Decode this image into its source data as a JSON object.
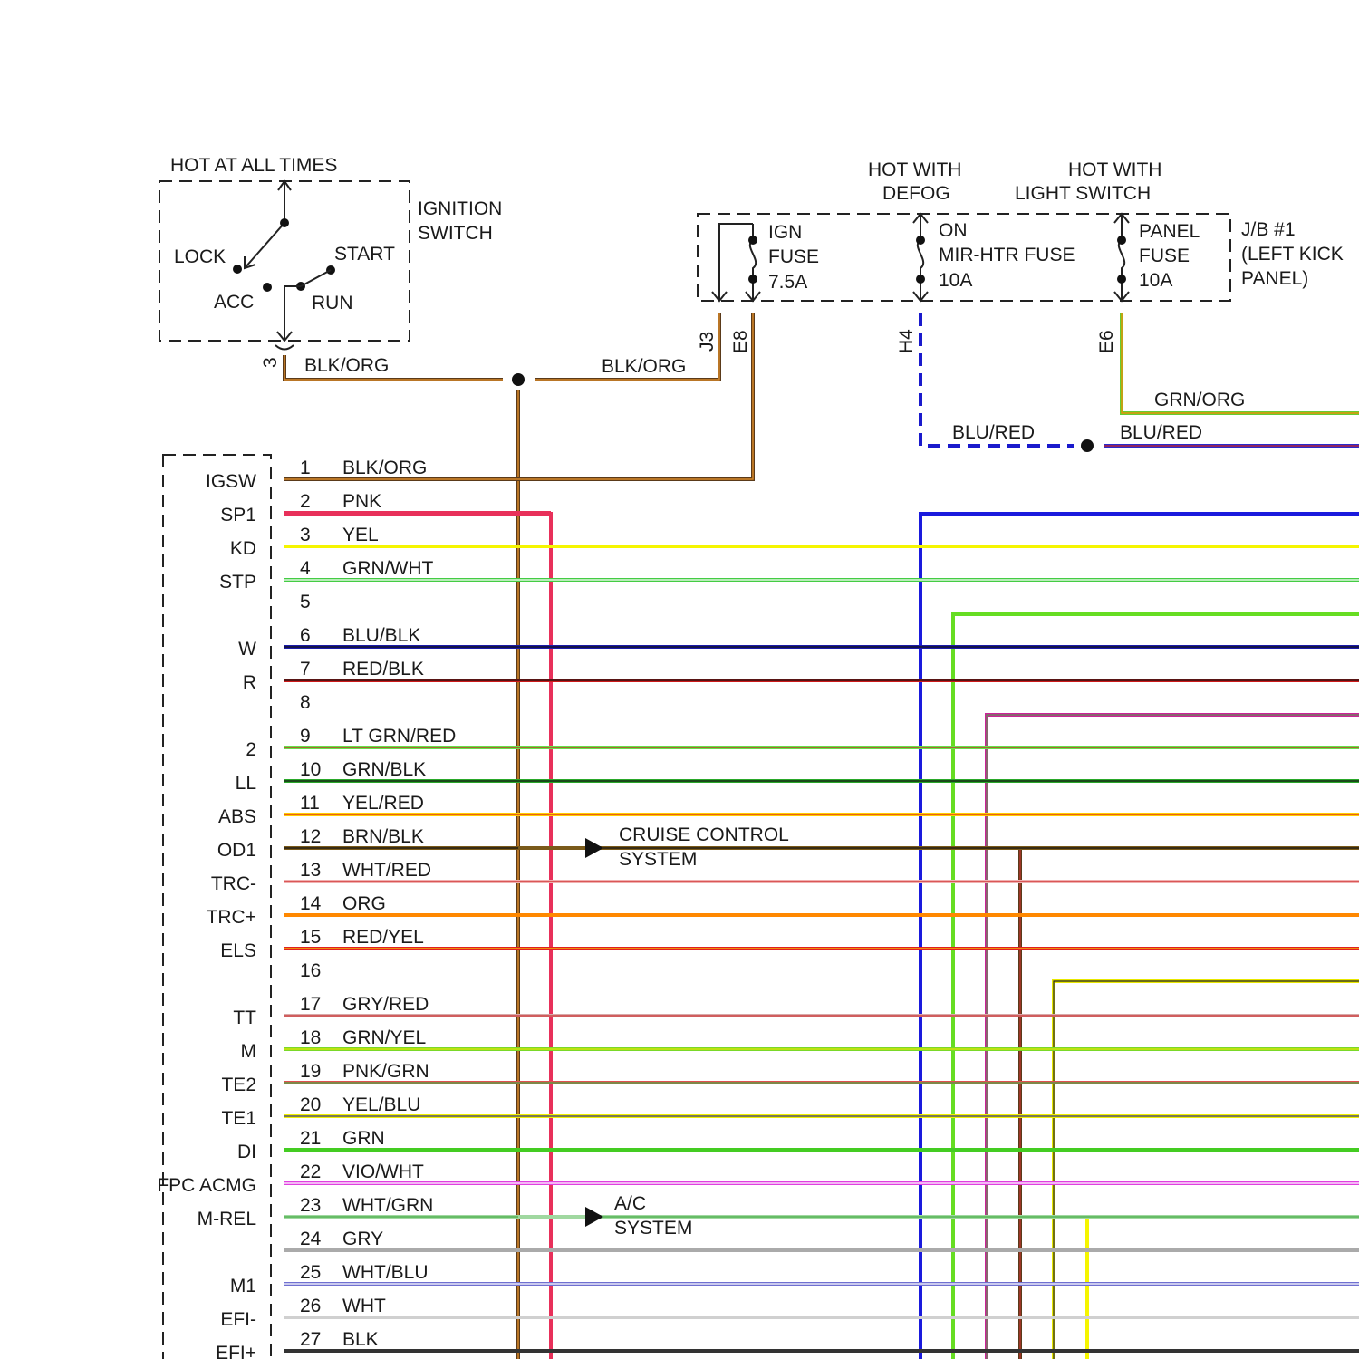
{
  "ignition": {
    "hot_label": "HOT AT ALL TIMES",
    "title_line1": "IGNITION",
    "title_line2": "SWITCH",
    "positions": {
      "lock": "LOCK",
      "acc": "ACC",
      "start": "START",
      "run": "RUN"
    },
    "pin": "3",
    "wire_left": "BLK/ORG",
    "wire_right": "BLK/ORG"
  },
  "junction_block": {
    "hot_defog_line1": "HOT WITH",
    "hot_defog_line2": "DEFOG",
    "hot_light_line1": "HOT WITH",
    "hot_light_line2": "LIGHT SWITCH",
    "ign_fuse": [
      "IGN",
      "FUSE",
      "7.5A"
    ],
    "mir_fuse": [
      "ON",
      "MIR-HTR FUSE",
      "10A"
    ],
    "panel_fuse": [
      "PANEL",
      "FUSE",
      "10A"
    ],
    "jb_label": [
      "J/B #1",
      "(LEFT KICK",
      "PANEL)"
    ],
    "pins": {
      "j3": "J3",
      "e8": "E8",
      "h4": "H4",
      "e6": "E6"
    },
    "wires": {
      "grn_org": "GRN/ORG",
      "blu_red_left": "BLU/RED",
      "blu_red_right": "BLU/RED"
    }
  },
  "annotations": {
    "cruise_line1": "CRUISE CONTROL",
    "cruise_line2": "SYSTEM",
    "ac_line1": "A/C",
    "ac_line2": "SYSTEM"
  },
  "connector": {
    "signals": [
      "IGSW",
      "SP1",
      "KD",
      "STP",
      "",
      "W",
      "R",
      "",
      "2",
      "LL",
      "ABS",
      "OD1",
      "TRC-",
      "TRC+",
      "ELS",
      "",
      "TT",
      "M",
      "TE2",
      "TE1",
      "DI",
      "FPC ACMG",
      "M-REL",
      "",
      "M1",
      "EFI-",
      "EFI+"
    ],
    "pins": [
      {
        "num": "1",
        "wire": "BLK/ORG",
        "color": "#5a3a1a",
        "stripe": "#d98a2b"
      },
      {
        "num": "2",
        "wire": "PNK",
        "color": "#e8305a",
        "stripe": ""
      },
      {
        "num": "3",
        "wire": "YEL",
        "color": "#f5f500",
        "stripe": ""
      },
      {
        "num": "4",
        "wire": "GRN/WHT",
        "color": "#44cc44",
        "stripe": "#ffffff"
      },
      {
        "num": "5",
        "wire": "",
        "color": "",
        "stripe": ""
      },
      {
        "num": "6",
        "wire": "BLU/BLK",
        "color": "#1a1aaa",
        "stripe": "#111111"
      },
      {
        "num": "7",
        "wire": "RED/BLK",
        "color": "#cc1a1a",
        "stripe": "#111111"
      },
      {
        "num": "8",
        "wire": "",
        "color": "",
        "stripe": ""
      },
      {
        "num": "9",
        "wire": "LT GRN/RED",
        "color": "#66e04a",
        "stripe": "#cc2222"
      },
      {
        "num": "10",
        "wire": "GRN/BLK",
        "color": "#2aa82a",
        "stripe": "#111111"
      },
      {
        "num": "11",
        "wire": "YEL/RED",
        "color": "#ffcc00",
        "stripe": "#dd2222"
      },
      {
        "num": "12",
        "wire": "BRN/BLK",
        "color": "#7a5a1a",
        "stripe": "#111111"
      },
      {
        "num": "13",
        "wire": "WHT/RED",
        "color": "#f0b0b0",
        "stripe": "#cc2222"
      },
      {
        "num": "14",
        "wire": "ORG",
        "color": "#ff8800",
        "stripe": ""
      },
      {
        "num": "15",
        "wire": "RED/YEL",
        "color": "#e02020",
        "stripe": "#f5d000"
      },
      {
        "num": "16",
        "wire": "",
        "color": "",
        "stripe": ""
      },
      {
        "num": "17",
        "wire": "GRY/RED",
        "color": "#d8a8a8",
        "stripe": "#cc3333"
      },
      {
        "num": "18",
        "wire": "GRN/YEL",
        "color": "#7ad82a",
        "stripe": "#e8e800"
      },
      {
        "num": "19",
        "wire": "PNK/GRN",
        "color": "#e05050",
        "stripe": "#44aa44"
      },
      {
        "num": "20",
        "wire": "YEL/BLU",
        "color": "#f0f000",
        "stripe": "#333388"
      },
      {
        "num": "21",
        "wire": "GRN",
        "color": "#44cc22",
        "stripe": ""
      },
      {
        "num": "22",
        "wire": "VIO/WHT",
        "color": "#e040e0",
        "stripe": "#ffffff"
      },
      {
        "num": "23",
        "wire": "WHT/GRN",
        "color": "#a0d8a0",
        "stripe": "#44aa44"
      },
      {
        "num": "24",
        "wire": "GRY",
        "color": "#aaaaaa",
        "stripe": ""
      },
      {
        "num": "25",
        "wire": "WHT/BLU",
        "color": "#7070d0",
        "stripe": "#ffffff"
      },
      {
        "num": "26",
        "wire": "WHT",
        "color": "#d0d0d0",
        "stripe": ""
      },
      {
        "num": "27",
        "wire": "BLK",
        "color": "#333333",
        "stripe": ""
      }
    ]
  }
}
